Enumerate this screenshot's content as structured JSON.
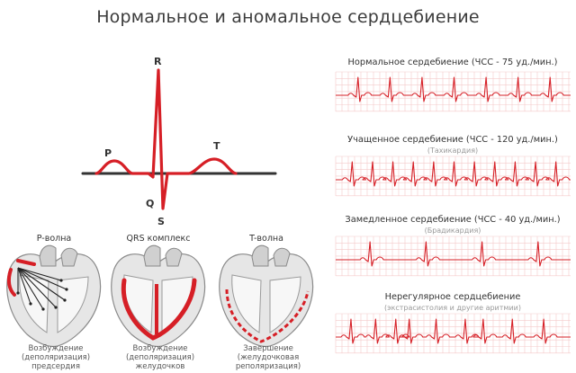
{
  "title": "Нормальное и аномальное сердцебиение",
  "ecg_labels": {
    "p": "P",
    "q": "Q",
    "r": "R",
    "s": "S",
    "t": "T"
  },
  "hearts": [
    {
      "heading": "P-волна",
      "caption": [
        "Возбуждение",
        "(деполяризация)",
        "предсердия"
      ]
    },
    {
      "heading": "QRS комплекс",
      "caption": [
        "Возбуждение",
        "(деполяризация)",
        "желудочков"
      ]
    },
    {
      "heading": "T-волна",
      "caption": [
        "Завершение",
        "(желудочковая",
        "реполяризация)"
      ]
    }
  ],
  "strips": [
    {
      "title": "Нормальное сердебиение (ЧСС - 75 уд./мин.)",
      "subtitle": "",
      "beats": 7,
      "irregular": false
    },
    {
      "title": "Учащенное сердебиение (ЧСС - 120 уд./мин.)",
      "subtitle": "(Тахикардия)",
      "beats": 11,
      "irregular": false
    },
    {
      "title": "Замедленное сердебиение (ЧСС - 40 уд./мин.)",
      "subtitle": "(Брадикардия)",
      "beats": 4,
      "irregular": false
    },
    {
      "title": "Нерегулярное сердцебиение",
      "subtitle": "(экстрасистолия и другие аритмии)",
      "beats": 9,
      "irregular": true
    }
  ],
  "colors": {
    "red": "#d61f26",
    "dark": "#333333",
    "grid": "#f4c9c9",
    "heart": "#d9d9d9"
  }
}
